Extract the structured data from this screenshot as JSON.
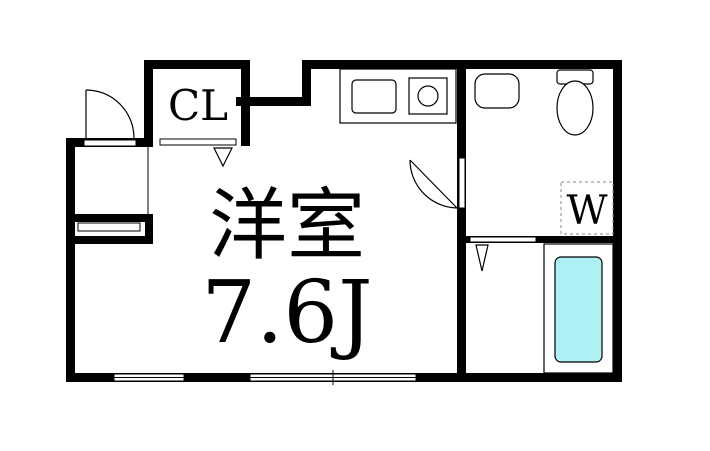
{
  "rooms": {
    "closet_label": "CL",
    "main_room_name": "洋室",
    "main_room_size": "7.6J",
    "washer_label": "W"
  },
  "colors": {
    "wall": "#000000",
    "bathtub": "#aef0f4",
    "washer_dash": "#888888"
  }
}
